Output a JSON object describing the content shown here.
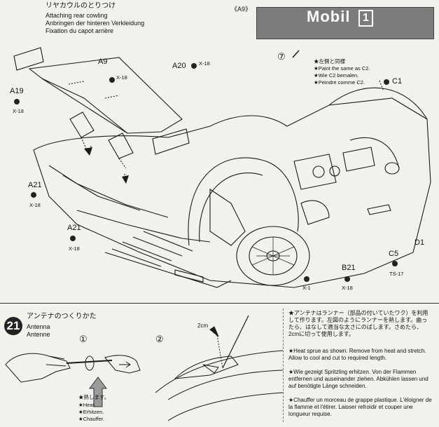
{
  "header": {
    "title_jp": "リヤカウルのとりつけ",
    "title_en": "Attaching rear cowling",
    "title_de": "Anbringen der hinteren Verkleidung",
    "title_fr": "Fixation du capot arrière",
    "step_ref": "《A9》"
  },
  "decal": {
    "brand": "Mobil",
    "brand_mark": "1",
    "ref": "⑦"
  },
  "paint_note": {
    "jp": "★左側と同様",
    "en": "★Paint the same as C2.",
    "de": "★Wie C2 bemalen.",
    "fr": "★Peindre comme C2."
  },
  "parts": {
    "a9": "A9",
    "a9_paint": "X-18",
    "a19": "A19",
    "a19_paint": "X-18",
    "a20": "A20",
    "a20_paint": "X-18",
    "c1": "C1",
    "a21_left": "A21",
    "a21_left_paint": "X-18",
    "a21_bottom": "A21",
    "a21_bottom_paint": "X-18",
    "b21": "B21",
    "b21_paint": "X-18",
    "x1": "X-1",
    "c5": "C5",
    "c5_paint": "TS-17",
    "d1": "D1"
  },
  "step21": {
    "number": "21",
    "title_jp": "アンテナのつくりかた",
    "title_en": "Antenna",
    "title_de": "Antenne",
    "sub1": "①",
    "sub2": "②",
    "heat_jp": "★熱します。",
    "heat_en": "★Heat.",
    "heat_de": "★Erhitzen.",
    "heat_fr": "★Chauffer.",
    "dim": "2cm",
    "inst_jp": "★アンテナはランナー（部品の付いていたワク）を利用して作ります。左図のようにランナーを熱します。曲ったら、はなして適当な太さにのばします。さめたら、2cmに切って使用します。",
    "inst_en": "★Heat sprue as shown. Remove from heat and stretch. Allow to cool and cut to required length.",
    "inst_de": "★Wie gezeigt Spritzling erhitzen. Von der Flammen entfernen und auseinander ziehen. Abkühlen lassen und auf benötigte Länge schneiden.",
    "inst_fr": "★Chauffer un morceau de grappe plastique. L'éloigner de la flamme et l'étirer. Laisser refroidir et couper une longueur requise."
  }
}
